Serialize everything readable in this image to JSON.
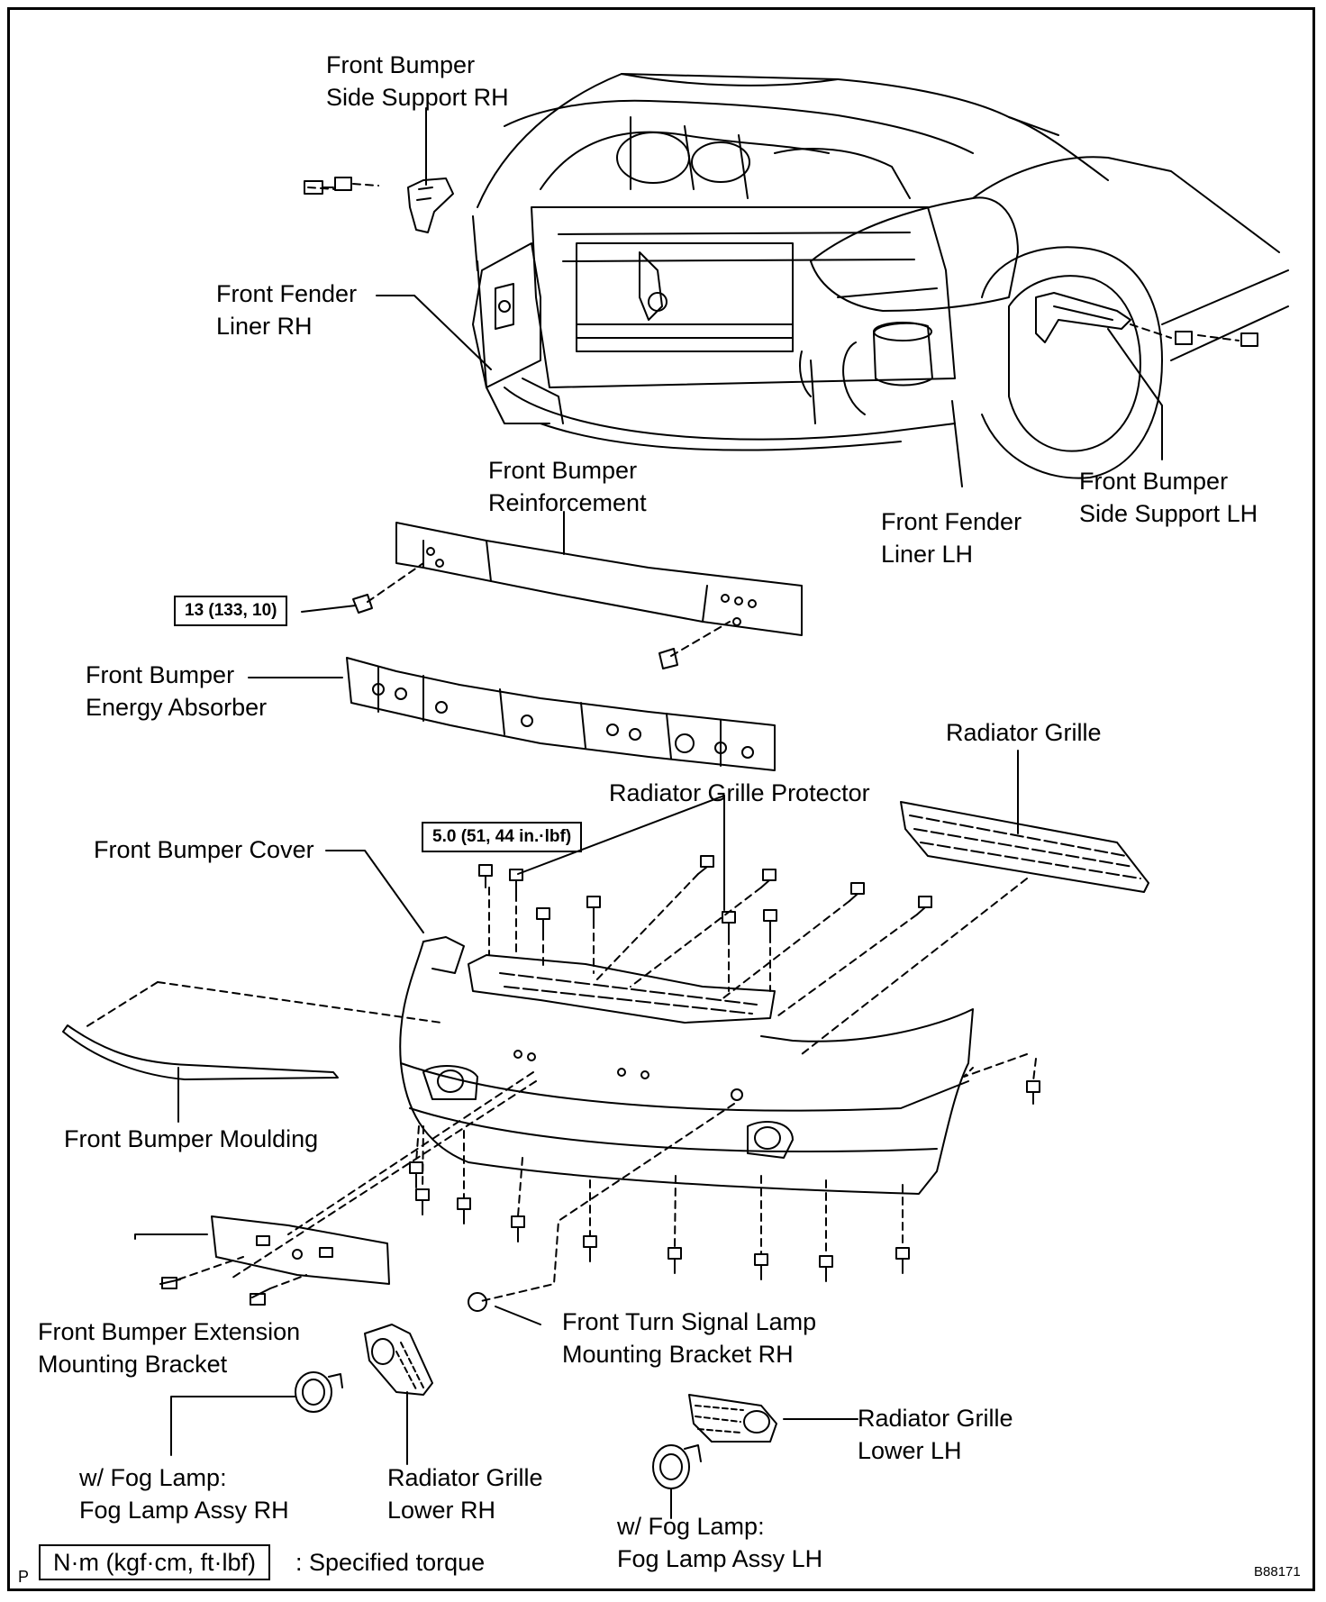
{
  "labels": {
    "side_support_rh": [
      "Front Bumper",
      "Side Support RH"
    ],
    "fender_liner_rh": [
      "Front Fender",
      "Liner RH"
    ],
    "reinforcement": [
      "Front Bumper",
      "Reinforcement"
    ],
    "fender_liner_lh": [
      "Front Fender",
      "Liner LH"
    ],
    "side_support_lh": [
      "Front Bumper",
      "Side Support LH"
    ],
    "energy_absorber": [
      "Front Bumper",
      "Energy Absorber"
    ],
    "radiator_grille": [
      "Radiator Grille"
    ],
    "grille_protector": [
      "Radiator Grille Protector"
    ],
    "bumper_cover": [
      "Front Bumper Cover"
    ],
    "bumper_moulding": [
      "Front Bumper Moulding"
    ],
    "extension_bracket": [
      "Front Bumper Extension",
      "Mounting Bracket"
    ],
    "turn_signal_bracket": [
      "Front Turn Signal Lamp",
      "Mounting Bracket RH"
    ],
    "grille_lower_lh": [
      "Radiator Grille",
      "Lower LH"
    ],
    "grille_lower_rh": [
      "Radiator Grille",
      "Lower RH"
    ],
    "fog_lamp_rh": [
      "w/ Fog Lamp:",
      "Fog Lamp Assy RH"
    ],
    "fog_lamp_lh": [
      "w/ Fog Lamp:",
      "Fog Lamp Assy LH"
    ]
  },
  "torque": {
    "reinforcement_bolt": "13 (133, 10)",
    "protector_bolt": "5.0 (51, 44 in.·lbf)"
  },
  "legend": {
    "units": "N·m (kgf·cm, ft·lbf)",
    "meaning": ": Specified torque"
  },
  "footer": {
    "corner_letter": "P",
    "figure_id": "B88171"
  }
}
